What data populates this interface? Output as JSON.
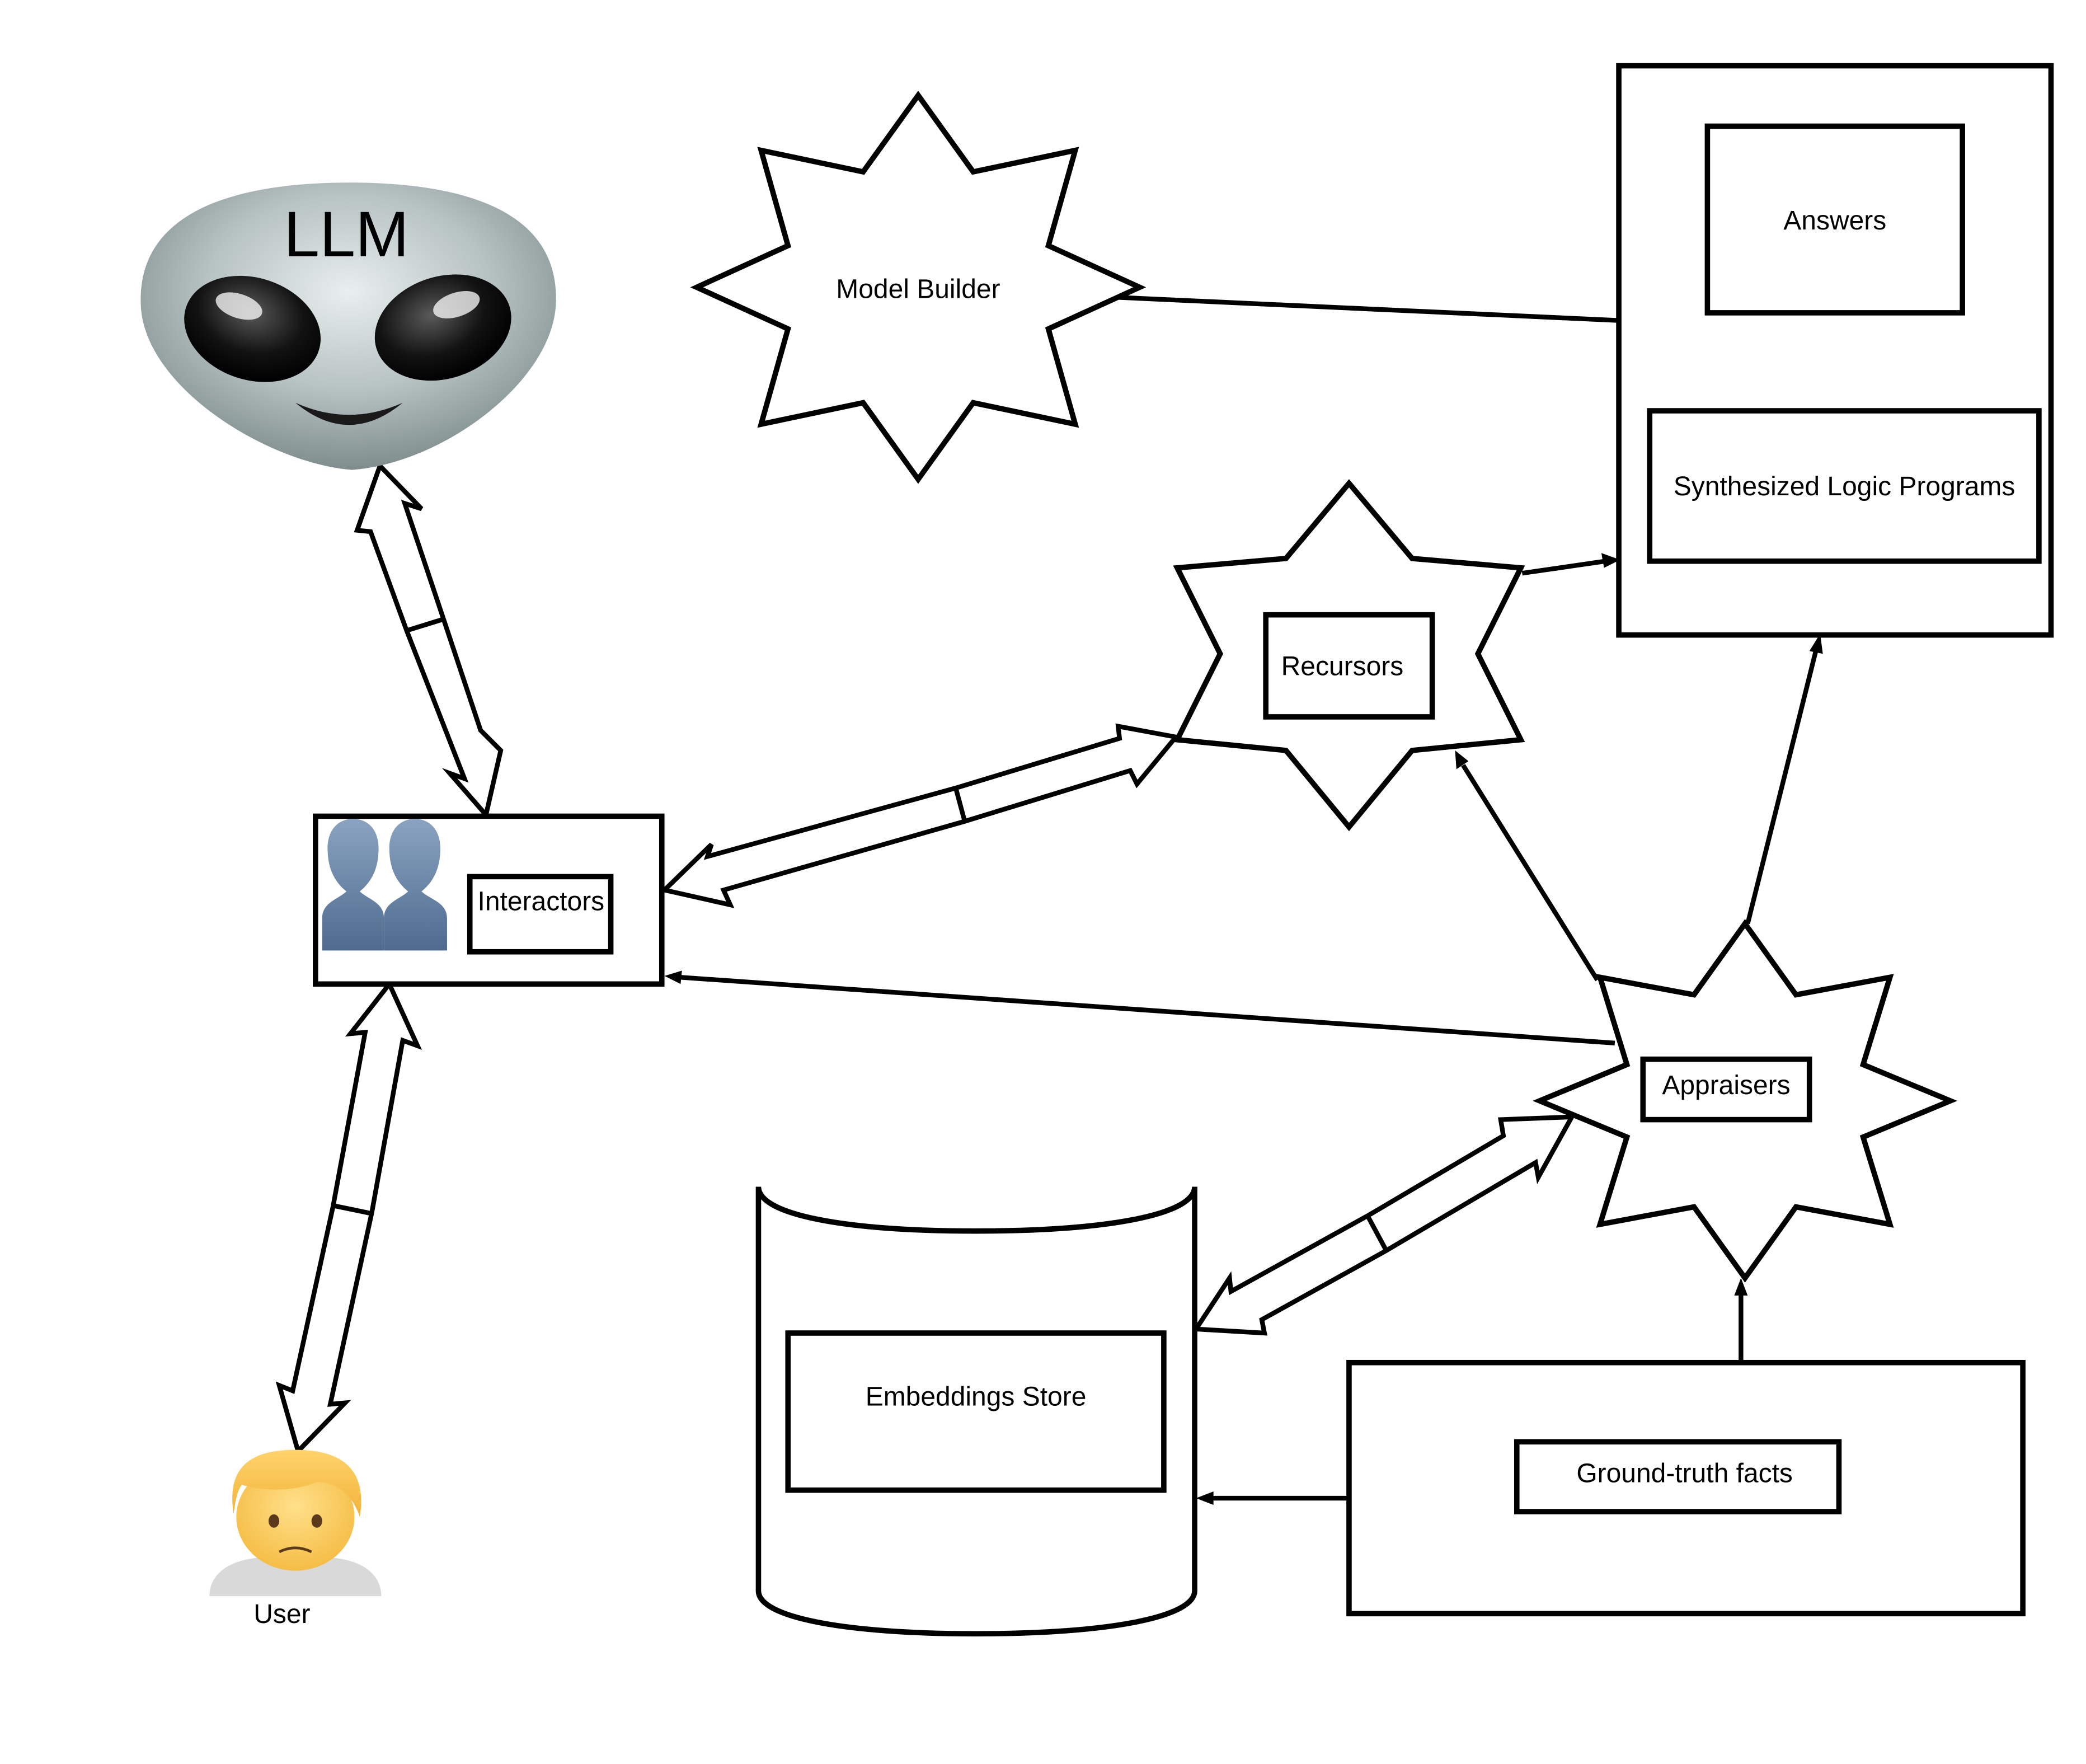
{
  "diagram": {
    "nodes": {
      "llm": {
        "label": "LLM",
        "icon": "alien-face-icon"
      },
      "model_builder": {
        "label": "Model Builder"
      },
      "answers": {
        "label": "Answers"
      },
      "synthesized_logic_programs": {
        "label": "Synthesized Logic Programs"
      },
      "recursors": {
        "label": "Recursors"
      },
      "interactors": {
        "label": "Interactors",
        "icon": "busts-in-silhouette-icon"
      },
      "appraisers": {
        "label": "Appraisers"
      },
      "embeddings_store": {
        "label": "Embeddings Store"
      },
      "ground_truth_facts": {
        "label": "Ground-truth facts"
      },
      "user": {
        "label": "User",
        "icon": "person-frowning-icon"
      }
    },
    "edges": [
      {
        "from": "llm",
        "to": "interactors",
        "style": "double-block-arrow"
      },
      {
        "from": "interactors",
        "to": "user",
        "style": "double-block-arrow"
      },
      {
        "from": "interactors",
        "to": "recursors",
        "style": "double-block-arrow"
      },
      {
        "from": "embeddings_store",
        "to": "appraisers",
        "style": "double-block-arrow"
      },
      {
        "from": "model_builder",
        "to": "answers_container",
        "style": "line"
      },
      {
        "from": "recursors",
        "to": "answers_container",
        "style": "arrow"
      },
      {
        "from": "appraisers",
        "to": "recursors",
        "style": "arrow"
      },
      {
        "from": "appraisers",
        "to": "answers_container",
        "style": "arrow"
      },
      {
        "from": "appraisers",
        "to": "interactors",
        "style": "arrow"
      },
      {
        "from": "ground_truth_facts",
        "to": "appraisers",
        "style": "arrow"
      },
      {
        "from": "ground_truth_facts",
        "to": "embeddings_store",
        "style": "arrow"
      }
    ]
  }
}
